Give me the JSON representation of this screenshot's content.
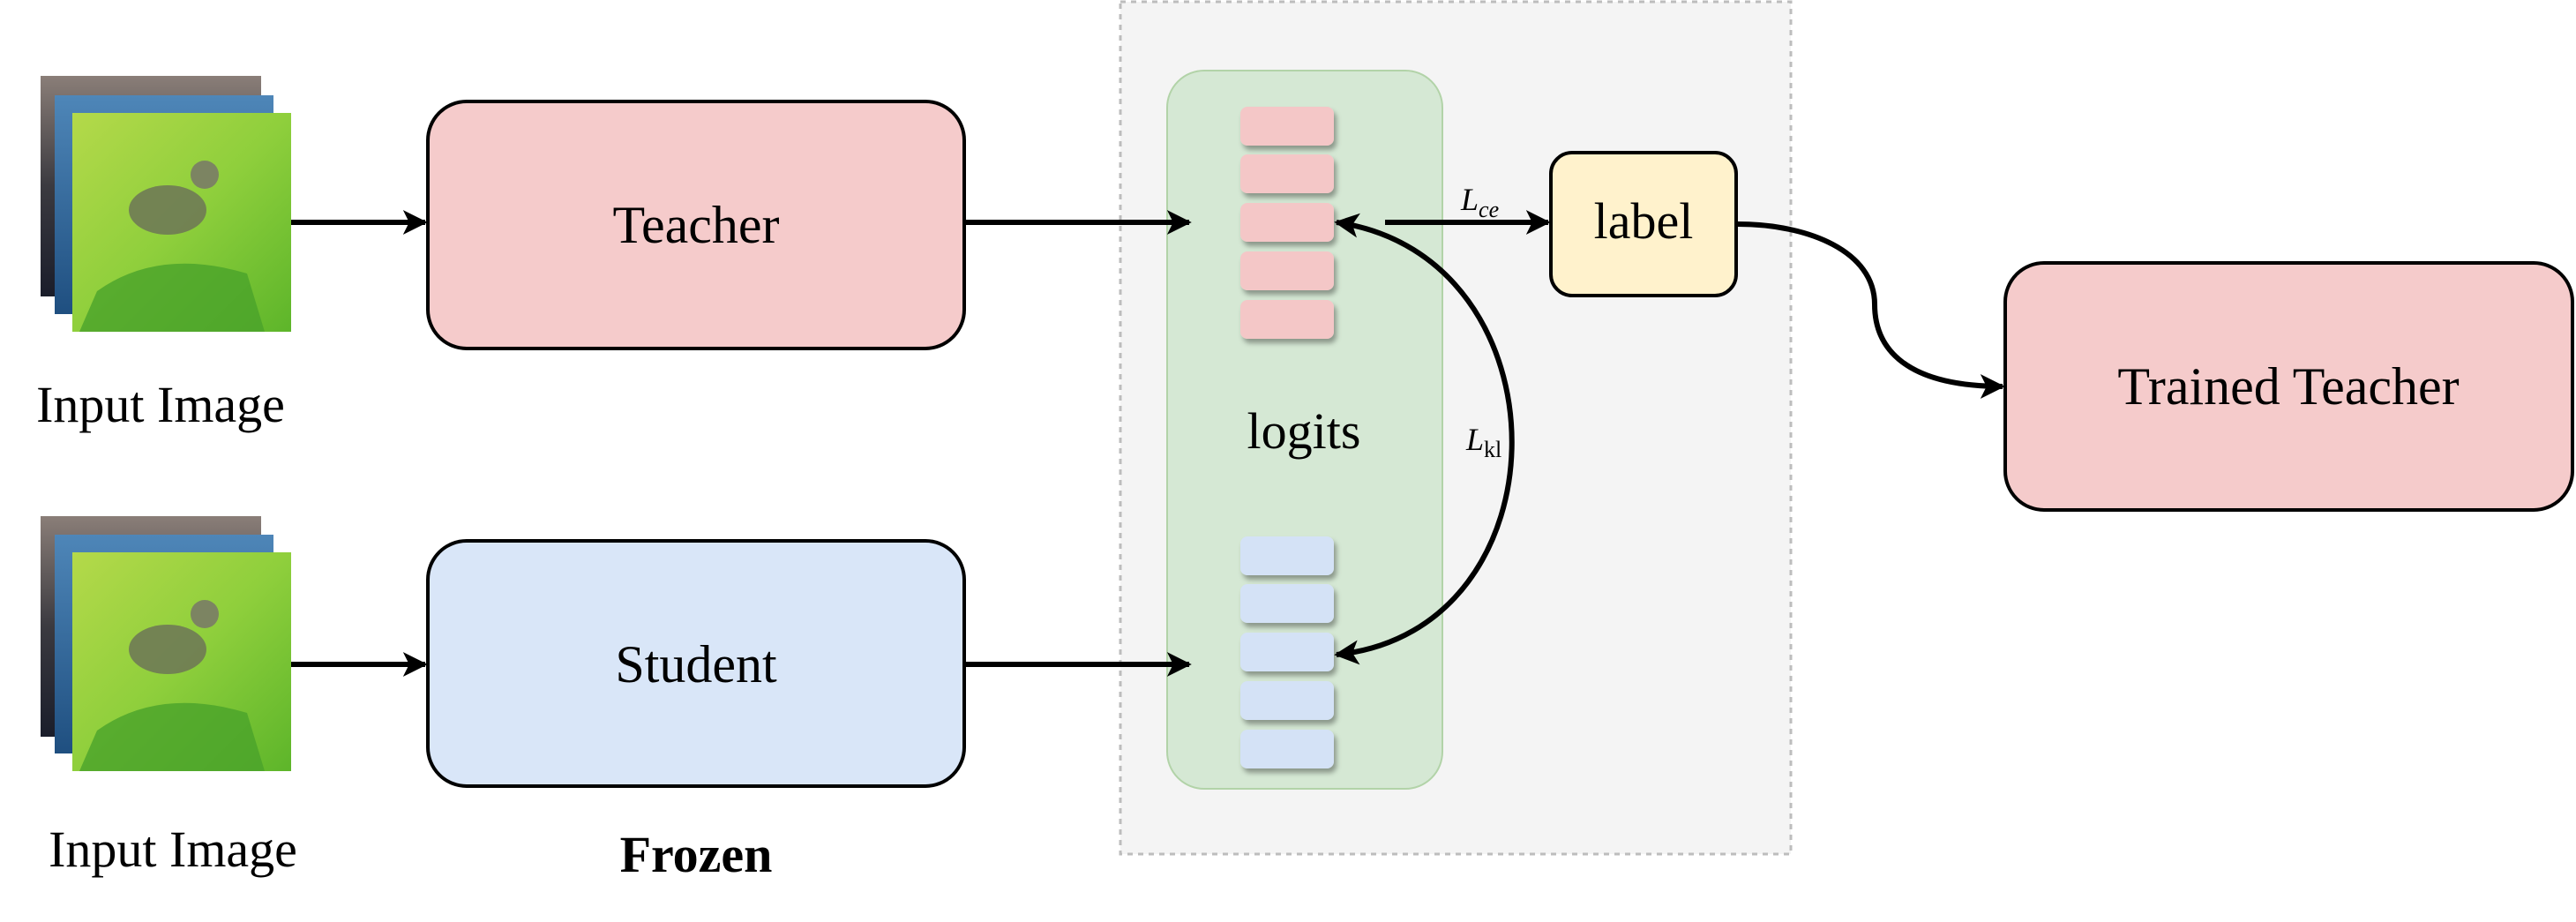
{
  "labels": {
    "input_image_top": "Input Image",
    "input_image_bottom": "Input Image",
    "teacher": "Teacher",
    "student": "Student",
    "frozen": "Frozen",
    "logits": "logits",
    "label": "label",
    "trained_teacher": "Trained Teacher",
    "loss_ce_main": "L",
    "loss_ce_sub": "ce",
    "loss_kl_main": "L",
    "loss_kl_sub": "kl"
  },
  "colors": {
    "teacher_fill": "#f5cbcb",
    "student_fill": "#d9e6f8",
    "label_fill": "#fff2cc",
    "logits_panel_fill": "#d5e8d4",
    "distill_region_fill": "#f4f4f4",
    "teacher_logit_cell": "#f4c7c7",
    "student_logit_cell": "#d4e2f6",
    "stroke": "#000000"
  }
}
